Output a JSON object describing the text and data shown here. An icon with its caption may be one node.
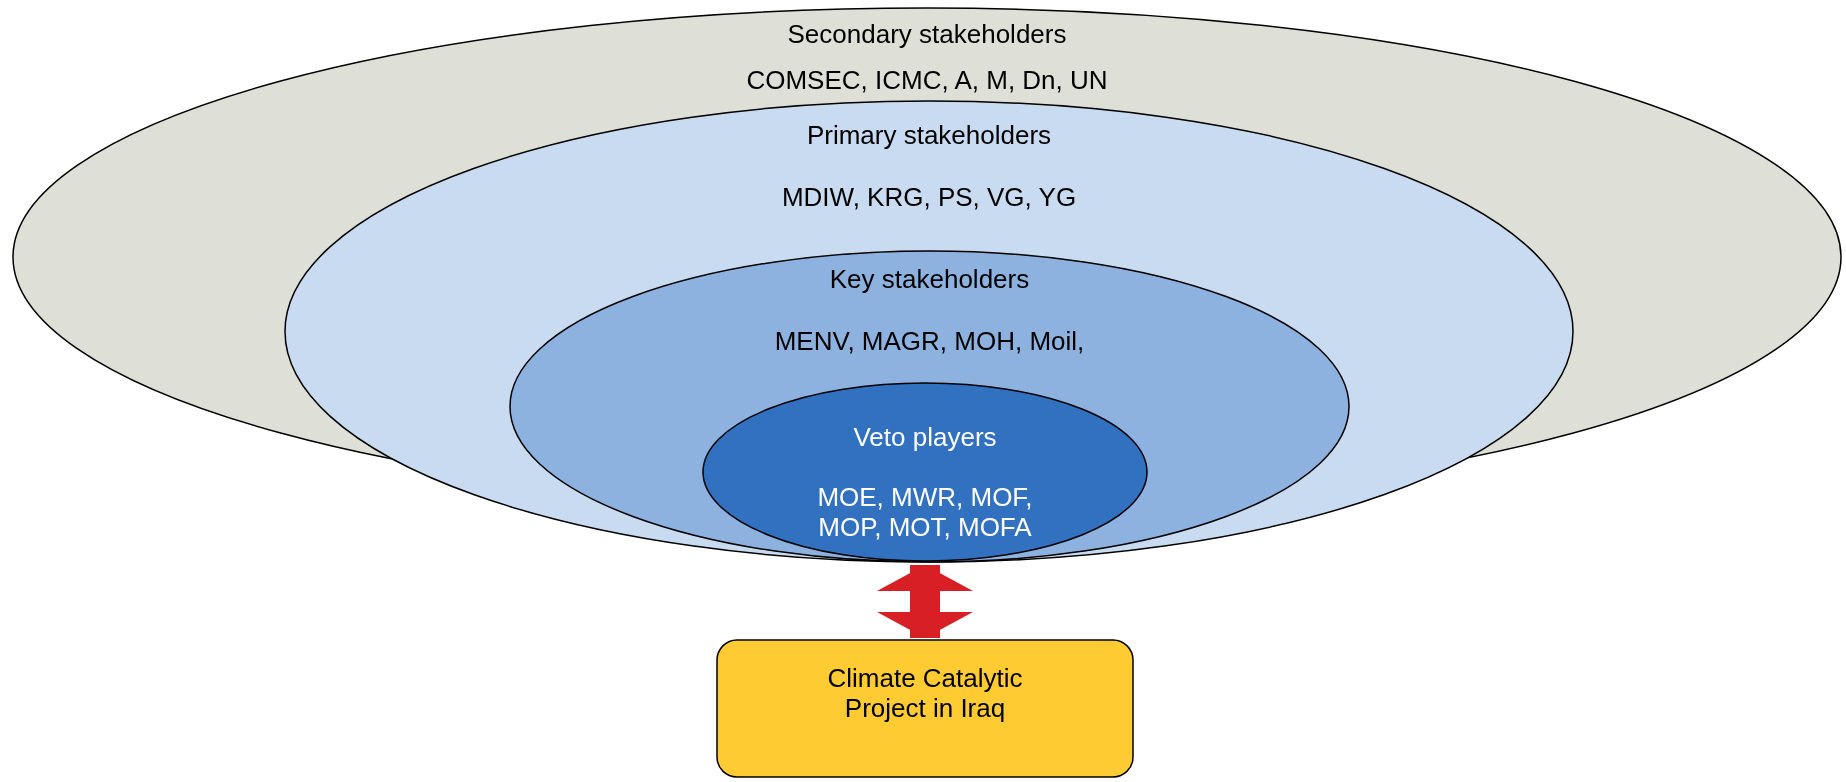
{
  "diagram": {
    "nodes": [
      {
        "text": [
          "Secondary stakeholders",
          "COMSEC, ICMC, A, M, Dn, UN"
        ]
      },
      {
        "text": [
          "Primary stakeholders",
          "MDIW, KRG, PS, VG, YG"
        ]
      },
      {
        "text": [
          "Key stakeholders",
          "MENV, MAGR, MOH, Moil,"
        ],
        "in": 1
      },
      {
        "text": [
          "Veto players",
          "MOE, MWR, MOF, MOP, MOT, MOFA"
        ],
        "in": 2
      },
      {
        "text": [
          "Climate Catalytic Project in Iraq"
        ]
      }
    ],
    "edges": [
      {
        "from": 3,
        "to": 4,
        "arrow": "both",
        "color": "#d81f26"
      }
    ]
  }
}
